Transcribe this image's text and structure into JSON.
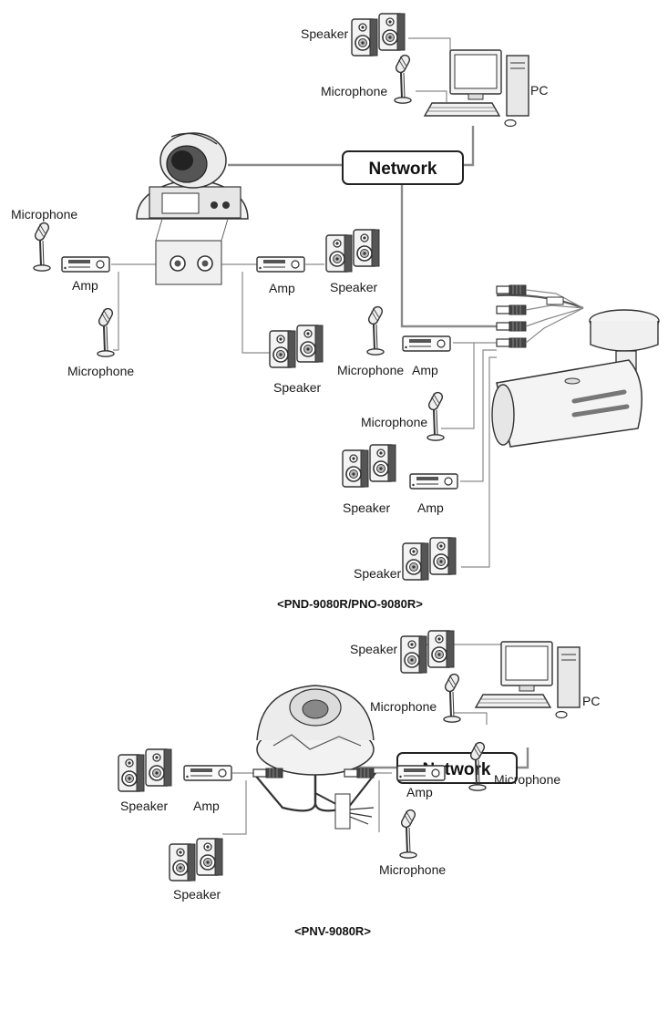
{
  "labels": {
    "speaker": "Speaker",
    "microphone": "Microphone",
    "pc": "PC",
    "network": "Network",
    "amp": "Amp"
  },
  "captions": {
    "top": "<PND-9080R/PNO-9080R>",
    "bottom": "<PNV-9080R>"
  },
  "icons": [
    "speaker-icon",
    "microphone-icon",
    "amp-icon",
    "pc-icon",
    "dome-camera-icon",
    "bullet-camera-icon",
    "cable-connector-icon"
  ],
  "colors": {
    "wire": "#8a8a8a",
    "stroke": "#333333"
  }
}
